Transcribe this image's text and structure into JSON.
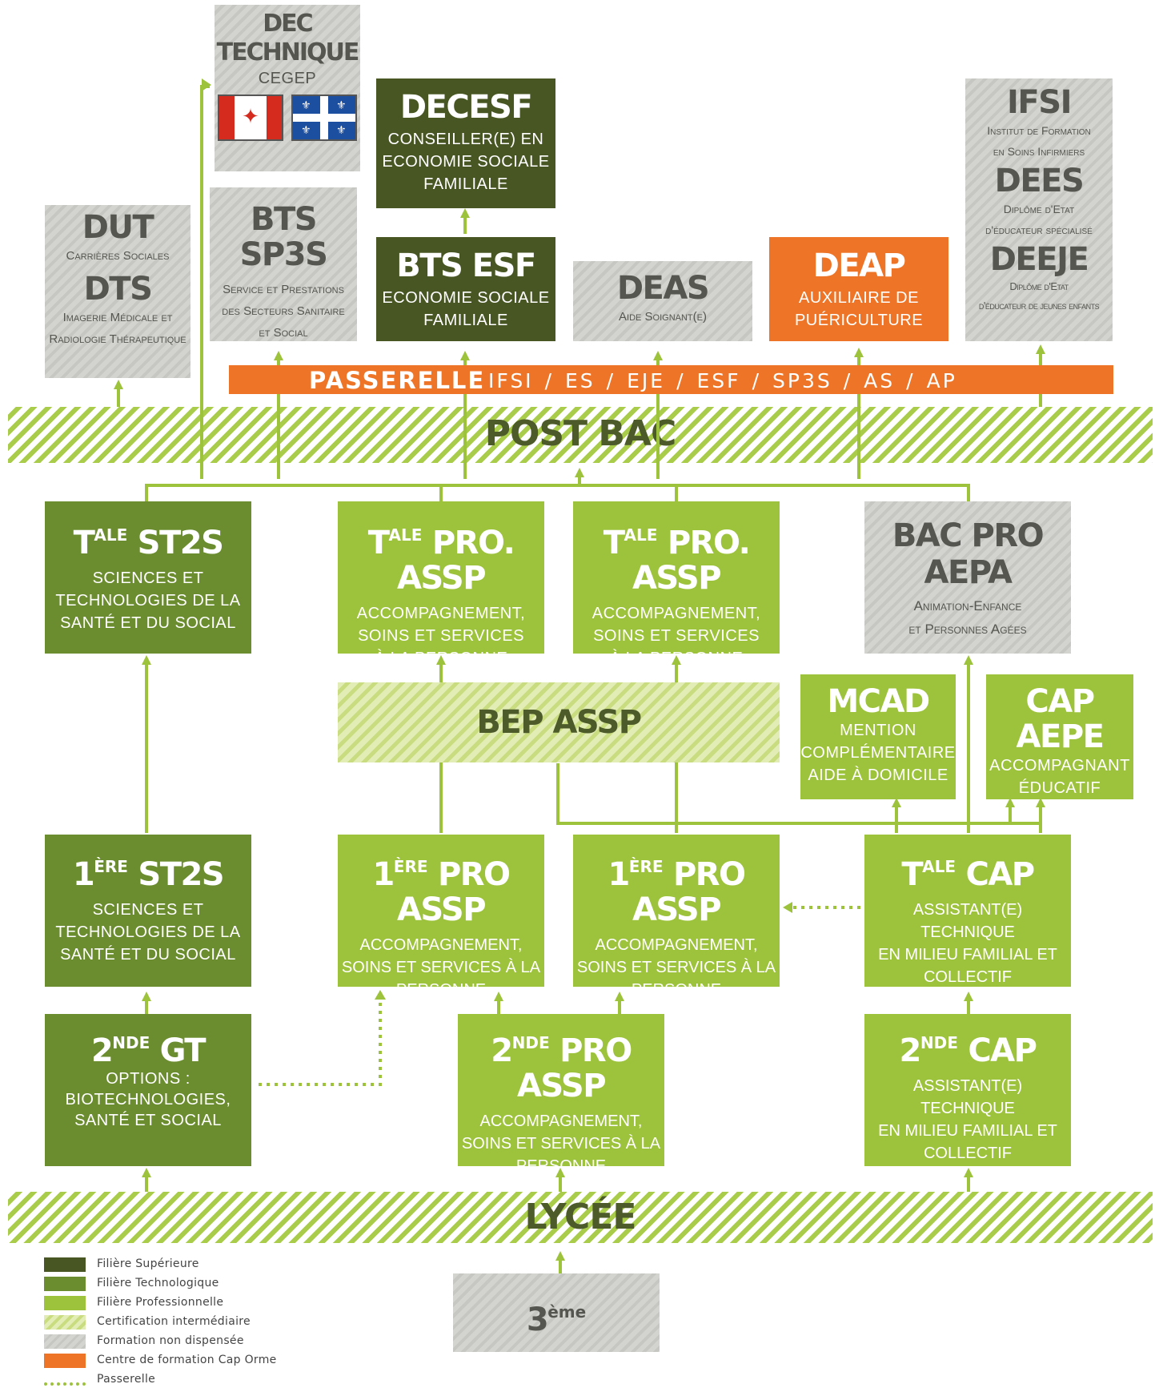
{
  "colors": {
    "superieure": "#475623",
    "technologique": "#6b8d2f",
    "professionnelle": "#9dc23b",
    "cap_orme": "#ee7528",
    "non_dispensee": "#d3d3d0",
    "passerelle_line": "#9dc23b"
  },
  "bands": {
    "post_bac": "POST BAC",
    "lycee": "LYCÉE"
  },
  "passerelle": {
    "label": "PASSERELLE",
    "items": [
      "IFSI",
      "/",
      "ES",
      "/",
      "EJE",
      "/",
      "ESF",
      "/",
      "SP3S",
      "/",
      "AS",
      "/",
      "AP"
    ]
  },
  "top": {
    "dec": {
      "title": "DEC TECHNIQUE",
      "sub": "CEGEP",
      "flags": [
        "canada-flag-icon",
        "quebec-flag-icon"
      ]
    },
    "dut": {
      "title": "DUT",
      "sub": "Carrières Sociales",
      "title2": "DTS",
      "sub2": "Imagerie Médicale et\nRadiologie Thérapeutique"
    },
    "bts_sp3s": {
      "title": "BTS SP3S",
      "sub": "Service et Prestations\ndes Secteurs Sanitaire\net Social"
    },
    "decesf": {
      "title": "DECESF",
      "sub": "CONSEILLER(E) EN\nECONOMIE SOCIALE\nFAMILIALE"
    },
    "bts_esf": {
      "title": "BTS ESF",
      "sub": "ECONOMIE SOCIALE\nFAMILIALE"
    },
    "deas": {
      "title": "DEAS",
      "sub": "Aide Soignant(e)"
    },
    "deap": {
      "title": "DEAP",
      "sub": "AUXILIAIRE DE\nPUÉRICULTURE"
    },
    "ifsi": {
      "title": "IFSI",
      "sub": "Institut de Formation\nen Soins Infirmiers",
      "title2": "DEES",
      "sub2": "Diplôme d'Etat\nd'éducateur spécialisé",
      "title3": "DEEJE",
      "sub3": "Diplôme d'Etat\nd'éducateur de jeunes enfants"
    }
  },
  "lycee": {
    "tale_st2s": {
      "title_main": "T",
      "title_sup": "ALE",
      "title_rest": " ST2S",
      "sub": "SCIENCES ET\nTECHNOLOGIES DE LA\nSANTÉ ET DU SOCIAL"
    },
    "tale_pro_structure": {
      "title_main": "T",
      "title_sup": "ALE",
      "title_rest": " PRO. ASSP",
      "sub": "ACCOMPAGNEMENT,\nSOINS ET SERVICES\nÀ LA PERSONNE\nEN STRUCTURE"
    },
    "tale_pro_domicile": {
      "title_main": "T",
      "title_sup": "ALE",
      "title_rest": " PRO. ASSP",
      "sub": "ACCOMPAGNEMENT,\nSOINS ET SERVICES\nÀ LA PERSONNE\nÀ DOMICILE"
    },
    "bac_pro_aepa": {
      "title": "BAC PRO\nAEPA",
      "sub": "Animation-Enfance\net Personnes Agées"
    },
    "bep_assp": {
      "title": "BEP ASSP"
    },
    "mcad": {
      "title": "MCAD",
      "sub": "MENTION\nCOMPLÉMENTAIRE\nAIDE À DOMICILE"
    },
    "cap_aepe": {
      "title": "CAP AEPE",
      "sub": "ACCOMPAGNANT\nÉDUCATIF\nPETITE ENFANCE"
    },
    "premiere_st2s": {
      "title_main": "1",
      "title_sup": "ÈRE",
      "title_rest": " ST2S",
      "sub": "SCIENCES ET\nTECHNOLOGIES DE LA\nSANTÉ ET DU SOCIAL"
    },
    "premiere_pro_structure": {
      "title_main": "1",
      "title_sup": "ÈRE",
      "title_rest": " PRO ASSP",
      "sub": "ACCOMPAGNEMENT,\nSOINS ET SERVICES À LA\nPERSONNE\nEN STRUCTURE"
    },
    "premiere_pro_domicile": {
      "title_main": "1",
      "title_sup": "ÈRE",
      "title_rest": " PRO ASSP",
      "sub": "ACCOMPAGNEMENT,\nSOINS ET SERVICES À LA\nPERSONNE\nÀ DOMICILE"
    },
    "tale_cap": {
      "title_main": "T",
      "title_sup": "ALE",
      "title_rest": " CAP",
      "sub": "ASSISTANT(E) TECHNIQUE\nEN MILIEU FAMILIAL ET\nCOLLECTIF"
    },
    "seconde_gt": {
      "title_main": "2",
      "title_sup": "NDE",
      "title_rest": " GT",
      "sub": "OPTIONS :\nBIOTECHNOLOGIES,\nSANTÉ ET SOCIAL"
    },
    "seconde_pro": {
      "title_main": "2",
      "title_sup": "NDE",
      "title_rest": " PRO ASSP",
      "sub": "ACCOMPAGNEMENT,\nSOINS ET SERVICES À LA\nPERSONNE"
    },
    "seconde_cap": {
      "title_main": "2",
      "title_sup": "NDE",
      "title_rest": " CAP",
      "sub": "ASSISTANT(E) TECHNIQUE\nEN MILIEU FAMILIAL ET\nCOLLECTIF"
    },
    "troisieme": {
      "title_main": "3",
      "title_sup": "ème"
    }
  },
  "legend": [
    {
      "label": "Filière Supérieure",
      "style": "sup"
    },
    {
      "label": "Filière Technologique",
      "style": "tech"
    },
    {
      "label": "Filière Professionnelle",
      "style": "pro"
    },
    {
      "label": "Certification intermédiaire",
      "style": "cert"
    },
    {
      "label": "Formation non dispensée",
      "style": "grey"
    },
    {
      "label": "Centre de formation Cap Orme",
      "style": "orange"
    },
    {
      "label": "Passerelle",
      "style": "dots"
    }
  ]
}
